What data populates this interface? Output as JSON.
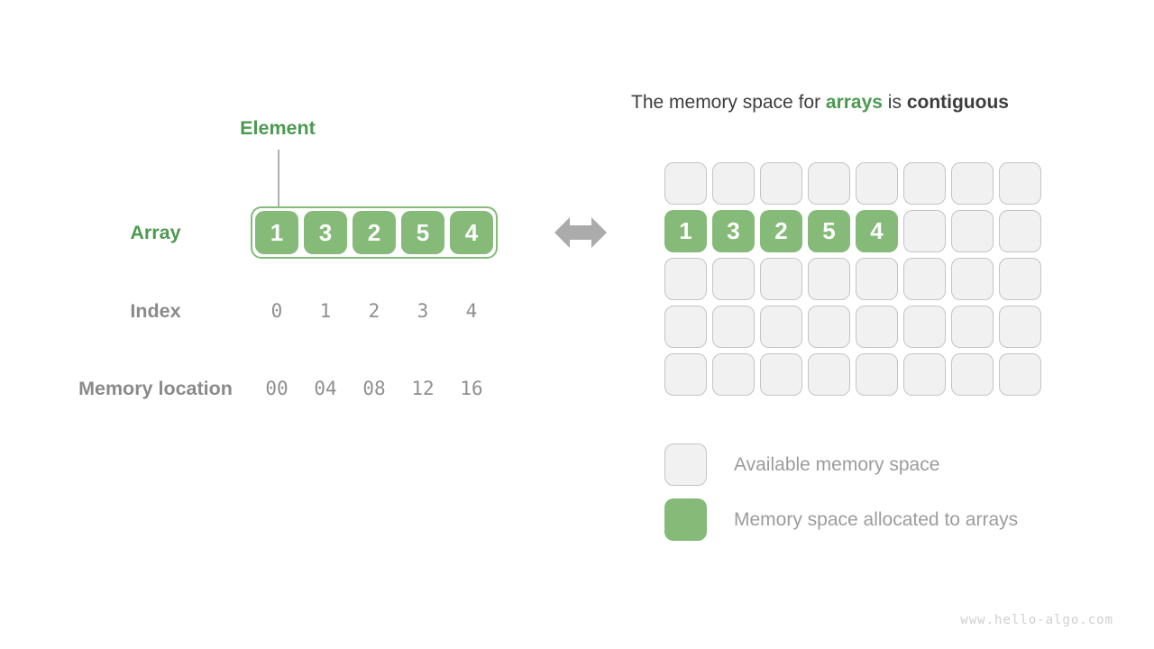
{
  "colors": {
    "green_text": "#4C9A50",
    "green_fill": "#85BA78",
    "cell_fill": "#F1F1F1",
    "cell_border": "#C4C4C4",
    "gray_label": "#8A8A8A",
    "gray_value": "#8F8F8F",
    "legend_text": "#9C9C9C",
    "title_text": "#3D3D3D",
    "arrow": "#ABABAB",
    "watermark": "#CFCFCF"
  },
  "left": {
    "element_label": "Element",
    "array_label": "Array",
    "index_label": "Index",
    "memory_label": "Memory location",
    "array_values": [
      "1",
      "3",
      "2",
      "5",
      "4"
    ],
    "index_values": [
      "0",
      "1",
      "2",
      "3",
      "4"
    ],
    "memory_values": [
      "00",
      "04",
      "08",
      "12",
      "16"
    ]
  },
  "right": {
    "title": {
      "prefix": "The memory space for ",
      "highlight": "arrays",
      "middle": " is ",
      "bold": "contiguous"
    },
    "grid": {
      "rows": 5,
      "cols": 8,
      "filled_row": 1,
      "filled_values": [
        "1",
        "3",
        "2",
        "5",
        "4"
      ]
    },
    "legend": [
      {
        "label": "Available memory space"
      },
      {
        "label": "Memory space allocated to arrays"
      }
    ]
  },
  "watermark": "www.hello-algo.com"
}
